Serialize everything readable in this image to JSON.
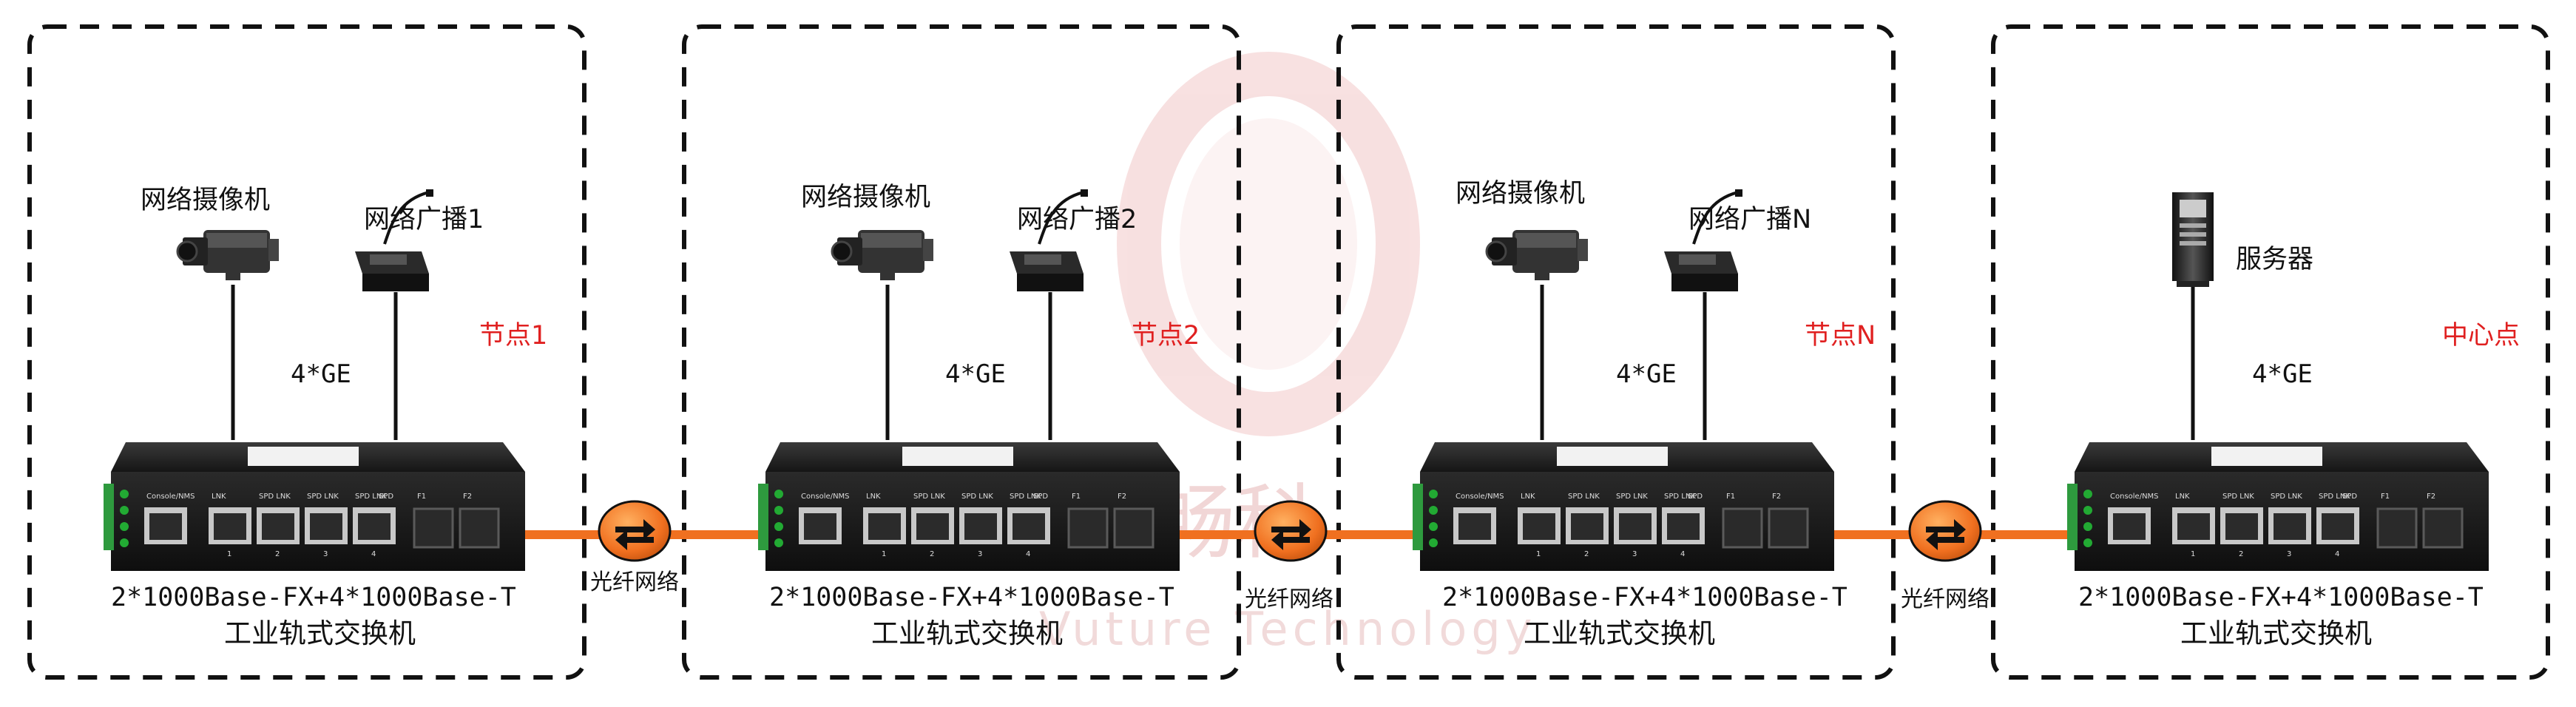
{
  "colors": {
    "fiber": "#f07020",
    "node_label": "#e02020",
    "watermark": "#f6dcdc",
    "frame": "#111111",
    "switch_body": "#1c1c1c"
  },
  "watermark": {
    "text_cn": "畅科",
    "text_en": "Vuture Technology"
  },
  "panels": [
    {
      "device1_label": "网络摄像机",
      "device2_label": "网络广播1",
      "device1_icon": "camera-icon",
      "device2_icon": "broadcast-mic-icon",
      "node_label": "节点1",
      "link_label": "4*GE",
      "switch_model": "2*1000Base-FX+4*1000Base-T",
      "switch_type": "工业轨式交换机"
    },
    {
      "device1_label": "网络摄像机",
      "device2_label": "网络广播2",
      "device1_icon": "camera-icon",
      "device2_icon": "broadcast-mic-icon",
      "node_label": "节点2",
      "link_label": "4*GE",
      "switch_model": "2*1000Base-FX+4*1000Base-T",
      "switch_type": "工业轨式交换机"
    },
    {
      "device1_label": "网络摄像机",
      "device2_label": "网络广播N",
      "device1_icon": "camera-icon",
      "device2_icon": "broadcast-mic-icon",
      "node_label": "节点N",
      "link_label": "4*GE",
      "switch_model": "2*1000Base-FX+4*1000Base-T",
      "switch_type": "工业轨式交换机"
    },
    {
      "device1_label": "服务器",
      "device1_icon": "server-icon",
      "node_label": "中心点",
      "link_label": "4*GE",
      "switch_model": "2*1000Base-FX+4*1000Base-T",
      "switch_type": "工业轨式交换机"
    }
  ],
  "fiber_links": [
    {
      "label": "光纤网络"
    },
    {
      "label": "光纤网络"
    },
    {
      "label": "光纤网络"
    }
  ],
  "switch_panel": {
    "port_headers": [
      "Console/NMS",
      "LNK",
      "SPD LNK",
      "SPD LNK",
      "SPD LNK",
      "SPD",
      "F1",
      "F2"
    ],
    "port_numbers": [
      "1",
      "2",
      "3",
      "4"
    ]
  }
}
